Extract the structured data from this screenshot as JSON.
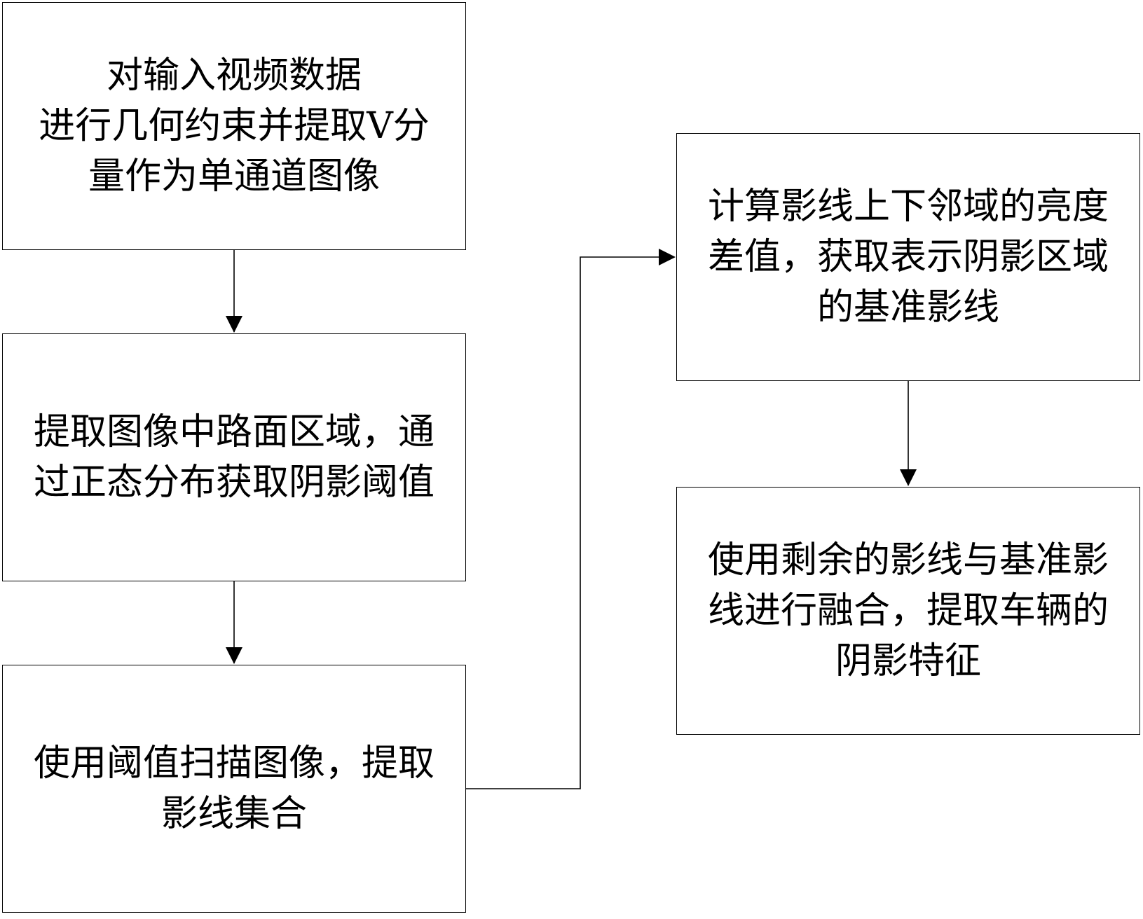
{
  "steps": [
    {
      "id": "step-1",
      "lines": [
        "对输入视频数据",
        "进行几何约束并提取V分",
        "量作为单通道图像"
      ]
    },
    {
      "id": "step-2",
      "lines": [
        "提取图像中路面区域，通",
        "过正态分布获取阴影阈值"
      ]
    },
    {
      "id": "step-3",
      "lines": [
        "使用阈值扫描图像，提取",
        "影线集合"
      ]
    },
    {
      "id": "step-4",
      "lines": [
        "计算影线上下邻域的亮度",
        "差值，获取表示阴影区域",
        "的基准影线"
      ]
    },
    {
      "id": "step-5",
      "lines": [
        "使用剩余的影线与基准影",
        "线进行融合，提取车辆的",
        "阴影特征"
      ]
    }
  ],
  "connections": [
    {
      "from": "step-1",
      "to": "step-2"
    },
    {
      "from": "step-2",
      "to": "step-3"
    },
    {
      "from": "step-3",
      "to": "step-4"
    },
    {
      "from": "step-4",
      "to": "step-5"
    }
  ]
}
